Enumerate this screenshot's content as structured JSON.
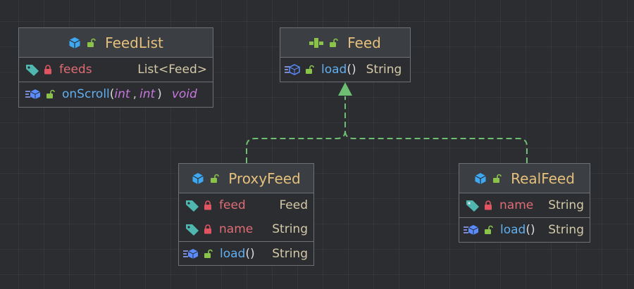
{
  "classes": {
    "feedlist": {
      "name": "FeedList",
      "field_name": "feeds",
      "field_type": "List<Feed>",
      "method_name": "onScroll",
      "param1": "int",
      "comma": ",",
      "param2": "int",
      "open_paren": "(",
      "close_paren": ")",
      "return_type": "void"
    },
    "feed": {
      "name": "Feed",
      "method_name": "load",
      "parens": "()",
      "return_type": "String"
    },
    "proxyfeed": {
      "name": "ProxyFeed",
      "field1_name": "feed",
      "field1_type": "Feed",
      "field2_name": "name",
      "field2_type": "String",
      "method_name": "load",
      "parens": "()",
      "return_type": "String"
    },
    "realfeed": {
      "name": "RealFeed",
      "field_name": "name",
      "field_type": "String",
      "method_name": "load",
      "parens": "()",
      "return_type": "String"
    }
  },
  "icons": {
    "class": "class-icon",
    "interface": "interface-icon",
    "field": "field-tag-icon",
    "method": "method-icon",
    "private": "lock-icon",
    "public": "unlock-icon"
  },
  "colors": {
    "background": "#2b2d30",
    "class_name": "#e5c07b",
    "field_name": "#e06c75",
    "method_name": "#61afef",
    "param_type": "#c678dd",
    "arrow": "#6fbf73"
  }
}
